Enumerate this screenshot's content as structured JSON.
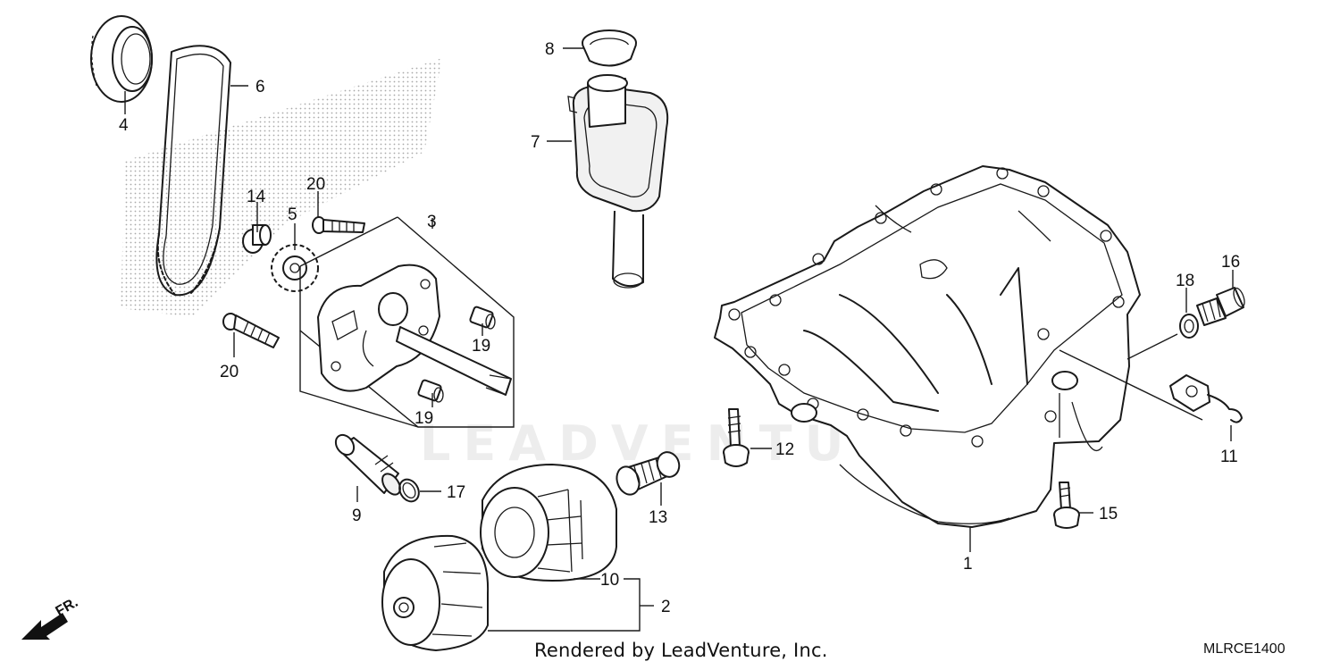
{
  "diagram": {
    "callouts": [
      {
        "id": "c1",
        "text": "1"
      },
      {
        "id": "c2",
        "text": "2"
      },
      {
        "id": "c3",
        "text": "3"
      },
      {
        "id": "c4",
        "text": "4"
      },
      {
        "id": "c5",
        "text": "5"
      },
      {
        "id": "c6",
        "text": "6"
      },
      {
        "id": "c7",
        "text": "7"
      },
      {
        "id": "c8",
        "text": "8"
      },
      {
        "id": "c9",
        "text": "9"
      },
      {
        "id": "c10",
        "text": "10"
      },
      {
        "id": "c11",
        "text": "11"
      },
      {
        "id": "c12",
        "text": "12"
      },
      {
        "id": "c13",
        "text": "13"
      },
      {
        "id": "c14",
        "text": "14"
      },
      {
        "id": "c15",
        "text": "15"
      },
      {
        "id": "c16",
        "text": "16"
      },
      {
        "id": "c17",
        "text": "17"
      },
      {
        "id": "c18",
        "text": "18"
      },
      {
        "id": "c19a",
        "text": "19"
      },
      {
        "id": "c19b",
        "text": "19"
      },
      {
        "id": "c20a",
        "text": "20"
      },
      {
        "id": "c20b",
        "text": "20"
      }
    ],
    "direction_marker": "FR.",
    "credit": "Rendered by LeadVenture, Inc.",
    "diagram_code": "MLRCE1400",
    "watermark": "LEADVENTURE"
  }
}
